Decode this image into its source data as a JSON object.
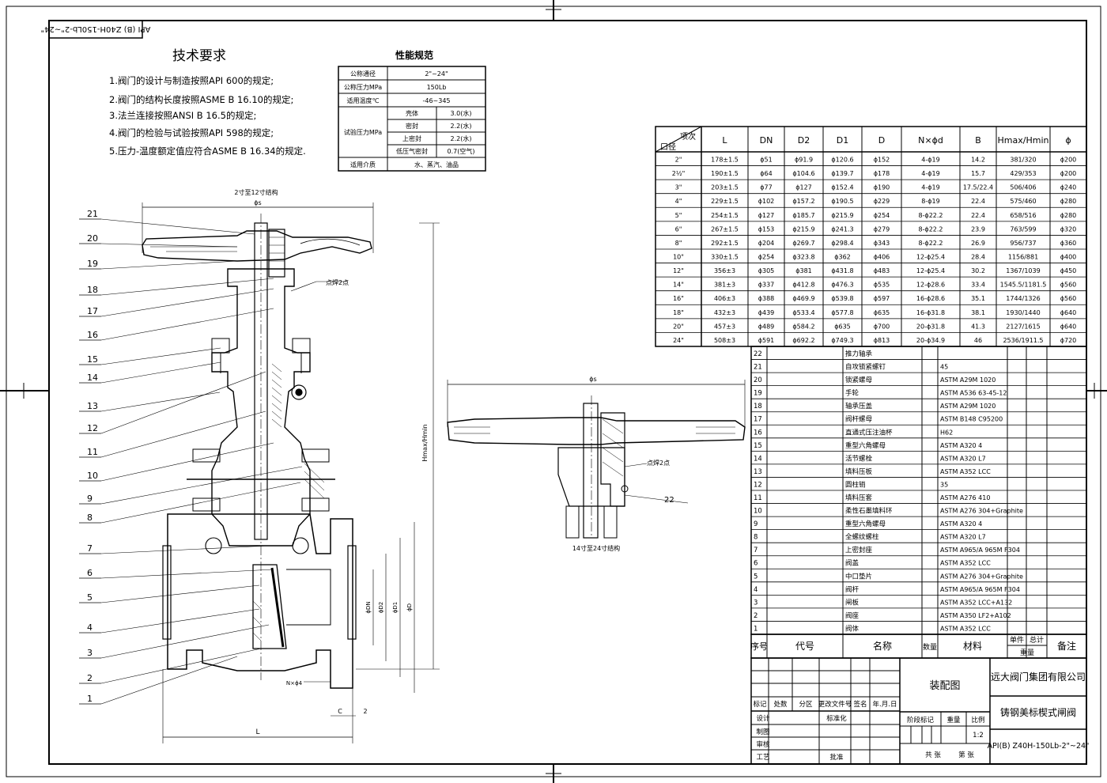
{
  "title_stamp": "API (B) Z40H-150Lb-2\"~24\"",
  "tech_req": {
    "heading": "技术要求",
    "items": [
      "1.阀门的设计与制造按照API 600的规定;",
      "2.阀门的结构长度按照ASME B 16.10的规定;",
      "3.法兰连接按照ANSI B 16.5的规定;",
      "4.阀门的检验与试验按照API 598的规定;",
      "5.压力-温度额定值应符合ASME B 16.34的规定."
    ]
  },
  "performance": {
    "heading": "性能规范",
    "rows": [
      {
        "label": "公称通径",
        "value": "2\"~24\""
      },
      {
        "label": "公称压力MPa",
        "value": "150Lb"
      },
      {
        "label": "适用温度℃",
        "value": "-46~345"
      }
    ],
    "test_label": "试验压力MPa",
    "test_rows": [
      {
        "label": "壳体",
        "value": "3.0(水)"
      },
      {
        "label": "密封",
        "value": "2.2(水)"
      },
      {
        "label": "上密封",
        "value": "2.2(水)"
      },
      {
        "label": "低压气密封",
        "value": "0.7(空气)"
      }
    ],
    "medium_label": "适用介质",
    "medium_value": "水、蒸汽、油品"
  },
  "dim_table": {
    "corner_top": "项次",
    "corner_bottom": "口径",
    "headers": [
      "L",
      "DN",
      "D2",
      "D1",
      "D",
      "N×ϕd",
      "B",
      "Hmax/Hmin",
      "ϕ"
    ],
    "rows": [
      [
        "2\"",
        "178±1.5",
        "ϕ51",
        "ϕ91.9",
        "ϕ120.6",
        "ϕ152",
        "4-ϕ19",
        "14.2",
        "381/320",
        "ϕ200"
      ],
      [
        "2½\"",
        "190±1.5",
        "ϕ64",
        "ϕ104.6",
        "ϕ139.7",
        "ϕ178",
        "4-ϕ19",
        "15.7",
        "429/353",
        "ϕ200"
      ],
      [
        "3\"",
        "203±1.5",
        "ϕ77",
        "ϕ127",
        "ϕ152.4",
        "ϕ190",
        "4-ϕ19",
        "17.5/22.4",
        "506/406",
        "ϕ240"
      ],
      [
        "4\"",
        "229±1.5",
        "ϕ102",
        "ϕ157.2",
        "ϕ190.5",
        "ϕ229",
        "8-ϕ19",
        "22.4",
        "575/460",
        "ϕ280"
      ],
      [
        "5\"",
        "254±1.5",
        "ϕ127",
        "ϕ185.7",
        "ϕ215.9",
        "ϕ254",
        "8-ϕ22.2",
        "22.4",
        "658/516",
        "ϕ280"
      ],
      [
        "6\"",
        "267±1.5",
        "ϕ153",
        "ϕ215.9",
        "ϕ241.3",
        "ϕ279",
        "8-ϕ22.2",
        "23.9",
        "763/599",
        "ϕ320"
      ],
      [
        "8\"",
        "292±1.5",
        "ϕ204",
        "ϕ269.7",
        "ϕ298.4",
        "ϕ343",
        "8-ϕ22.2",
        "26.9",
        "956/737",
        "ϕ360"
      ],
      [
        "10\"",
        "330±1.5",
        "ϕ254",
        "ϕ323.8",
        "ϕ362",
        "ϕ406",
        "12-ϕ25.4",
        "28.4",
        "1156/881",
        "ϕ400"
      ],
      [
        "12\"",
        "356±3",
        "ϕ305",
        "ϕ381",
        "ϕ431.8",
        "ϕ483",
        "12-ϕ25.4",
        "30.2",
        "1367/1039",
        "ϕ450"
      ],
      [
        "14\"",
        "381±3",
        "ϕ337",
        "ϕ412.8",
        "ϕ476.3",
        "ϕ535",
        "12-ϕ28.6",
        "33.4",
        "1545.5/1181.5",
        "ϕ560"
      ],
      [
        "16\"",
        "406±3",
        "ϕ388",
        "ϕ469.9",
        "ϕ539.8",
        "ϕ597",
        "16-ϕ28.6",
        "35.1",
        "1744/1326",
        "ϕ560"
      ],
      [
        "18\"",
        "432±3",
        "ϕ439",
        "ϕ533.4",
        "ϕ577.8",
        "ϕ635",
        "16-ϕ31.8",
        "38.1",
        "1930/1440",
        "ϕ640"
      ],
      [
        "20\"",
        "457±3",
        "ϕ489",
        "ϕ584.2",
        "ϕ635",
        "ϕ700",
        "20-ϕ31.8",
        "41.3",
        "2127/1615",
        "ϕ640"
      ],
      [
        "24\"",
        "508±3",
        "ϕ591",
        "ϕ692.2",
        "ϕ749.3",
        "ϕ813",
        "20-ϕ34.9",
        "46",
        "2536/1911.5",
        "ϕ720"
      ]
    ]
  },
  "bom": {
    "rows": [
      [
        "22",
        "推力轴承",
        ""
      ],
      [
        "21",
        "自攻锁紧螺钉",
        "45"
      ],
      [
        "20",
        "锁紧螺母",
        "ASTM A29M 1020"
      ],
      [
        "19",
        "手轮",
        "ASTM A536 63-45-12"
      ],
      [
        "18",
        "轴承压盖",
        "ASTM A29M 1020"
      ],
      [
        "17",
        "阀杆螺母",
        "ASTM B148 C95200"
      ],
      [
        "16",
        "直通式压注油杯",
        "H62"
      ],
      [
        "15",
        "重型六角螺母",
        "ASTM A320 4"
      ],
      [
        "14",
        "活节螺栓",
        "ASTM A320 L7"
      ],
      [
        "13",
        "填料压板",
        "ASTM A352 LCC"
      ],
      [
        "12",
        "圆柱销",
        "35"
      ],
      [
        "11",
        "填料压套",
        "ASTM A276 410"
      ],
      [
        "10",
        "柔性石墨填料环",
        "ASTM A276 304+Graphite"
      ],
      [
        "9",
        "重型六角螺母",
        "ASTM A320 4"
      ],
      [
        "8",
        "全螺纹螺柱",
        "ASTM A320 L7"
      ],
      [
        "7",
        "上密封座",
        "ASTM A965/A 965M F304"
      ],
      [
        "6",
        "阀盖",
        "ASTM A352 LCC"
      ],
      [
        "5",
        "中口垫片",
        "ASTM A276 304+Graphite"
      ],
      [
        "4",
        "阀杆",
        "ASTM A965/A 965M F304"
      ],
      [
        "3",
        "闸板",
        "ASTM A352 LCC+A132"
      ],
      [
        "2",
        "阀座",
        "ASTM A350 LF2+A102"
      ],
      [
        "1",
        "阀体",
        "ASTM A352 LCC"
      ]
    ],
    "header": {
      "seq": "序号",
      "code": "代号",
      "name": "名称",
      "qty": "数量",
      "material": "材料",
      "unit": "单件",
      "total": "总计",
      "weight": "重量",
      "remark": "备注"
    }
  },
  "title_block": {
    "company": "远大阀门集团有限公司",
    "drawing_type": "装配图",
    "product": "铸钢美标楔式闸阀",
    "model": "API(B) Z40H-150Lb-2\"~24\"",
    "scale": "1:2",
    "labels": {
      "mark": "标记",
      "count": "处数",
      "zone": "分区",
      "change_doc": "更改文件号",
      "sign": "签名",
      "date": "年.月.日",
      "design": "设计",
      "standard": "标准化",
      "draw": "制图",
      "check": "审核",
      "process": "工艺",
      "approve": "批准",
      "stage": "阶段标记",
      "weight": "重量",
      "scale": "比例",
      "total_sheets": "共  张",
      "sheet_no": "第  张"
    }
  },
  "drawing": {
    "label_2_12": "2寸至12寸结构",
    "label_14_24": "14寸至24寸结构",
    "weld_note": "点焊2点",
    "phi_s": "ϕs",
    "hmax_label": "Hmax/Hmin",
    "l_label": "L",
    "nphi_label": "N×ϕ4",
    "c_label": "C",
    "two_label": "2",
    "d_labels": [
      "ϕD",
      "ϕD1",
      "ϕD2",
      "ϕDN"
    ],
    "part_numbers": [
      "21",
      "20",
      "19",
      "18",
      "17",
      "16",
      "15",
      "14",
      "13",
      "12",
      "11",
      "10",
      "9",
      "8",
      "7",
      "6",
      "5",
      "4",
      "3",
      "2",
      "1"
    ],
    "callout_22": "22"
  }
}
